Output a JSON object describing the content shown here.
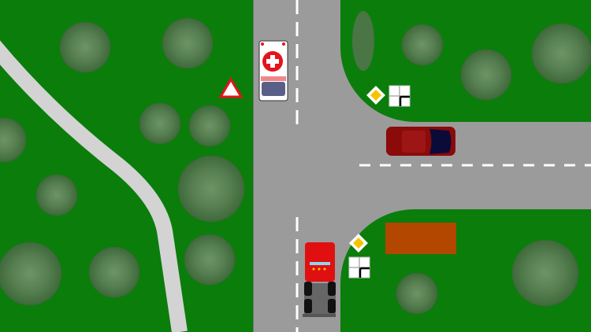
{
  "scene": {
    "type": "traffic-intersection-puzzle",
    "colors": {
      "grass": "#0b7d0b",
      "road": "#9b9b9b",
      "path": "#d3d3d3",
      "tree": "#4f7a4a",
      "lane_marking": "#ffffff",
      "priority_sign": "#f5c400",
      "yield_sign": "#e3141b",
      "lot": "#b34700"
    },
    "vehicles": [
      {
        "name": "ambulance",
        "color": "#ffffff",
        "heading": "south"
      },
      {
        "name": "red-car",
        "color": "#8b0a0a",
        "heading": "west"
      },
      {
        "name": "fire-truck",
        "color": "#e01010",
        "heading": "north"
      }
    ],
    "signs": [
      "yield-sign",
      "priority-road-sign",
      "priority-road-direction-plate",
      "priority-road-sign",
      "priority-road-direction-plate"
    ]
  }
}
